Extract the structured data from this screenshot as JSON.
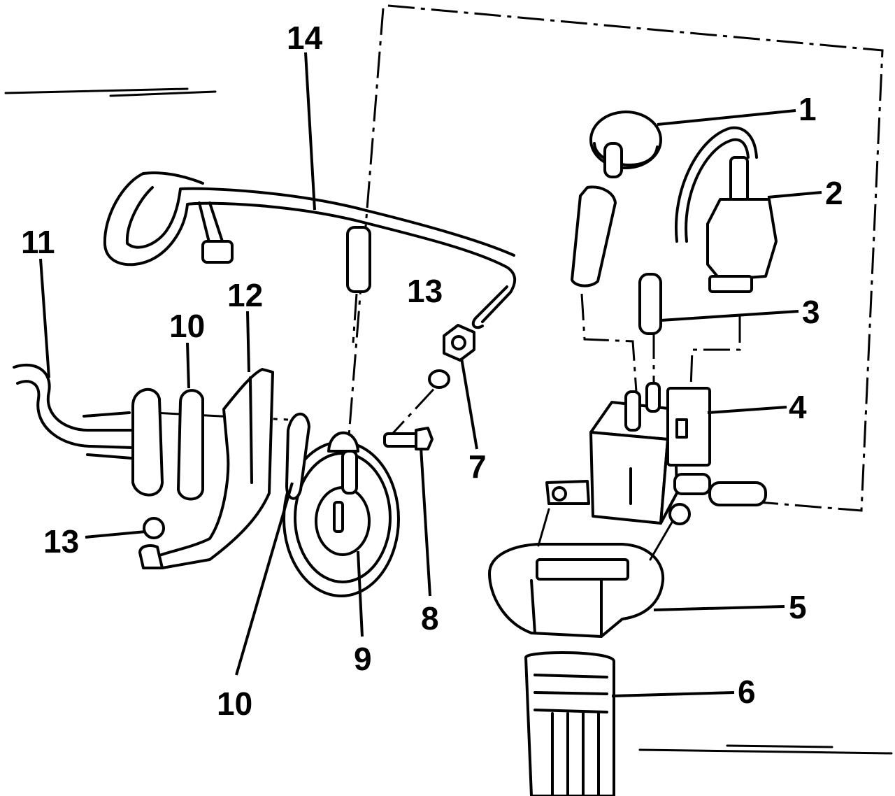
{
  "callouts": {
    "c1": "1",
    "c2": "2",
    "c3": "3",
    "c4": "4",
    "c5": "5",
    "c6": "6",
    "c7": "7",
    "c8": "8",
    "c9": "9",
    "c10a": "10",
    "c10b": "10",
    "c11": "11",
    "c12": "12",
    "c13a": "13",
    "c13b": "13",
    "c14": "14"
  }
}
